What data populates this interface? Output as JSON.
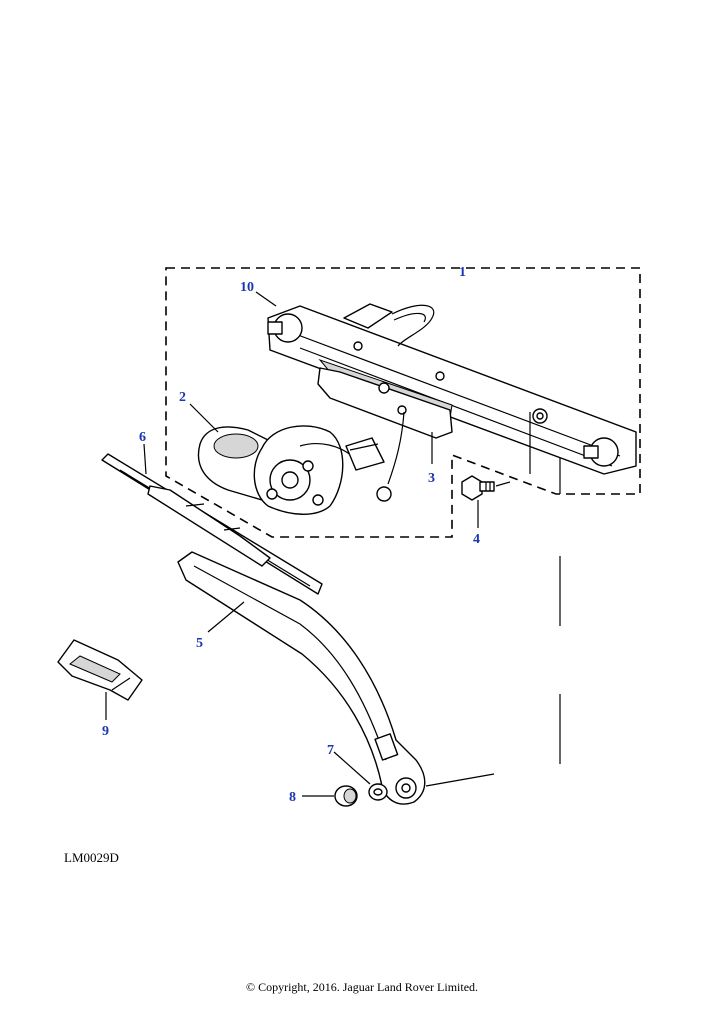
{
  "diagram": {
    "reference_code": "LM0029D",
    "copyright": "© Copyright, 2016. Jaguar Land Rover Limited.",
    "callouts": [
      {
        "id": "c1",
        "label": "1"
      },
      {
        "id": "c2",
        "label": "2"
      },
      {
        "id": "c3",
        "label": "3"
      },
      {
        "id": "c4",
        "label": "4"
      },
      {
        "id": "c5",
        "label": "5"
      },
      {
        "id": "c6",
        "label": "6"
      },
      {
        "id": "c7",
        "label": "7"
      },
      {
        "id": "c8",
        "label": "8"
      },
      {
        "id": "c9",
        "label": "9"
      },
      {
        "id": "c10",
        "label": "10"
      }
    ],
    "callout_color": "#1a37b3"
  }
}
